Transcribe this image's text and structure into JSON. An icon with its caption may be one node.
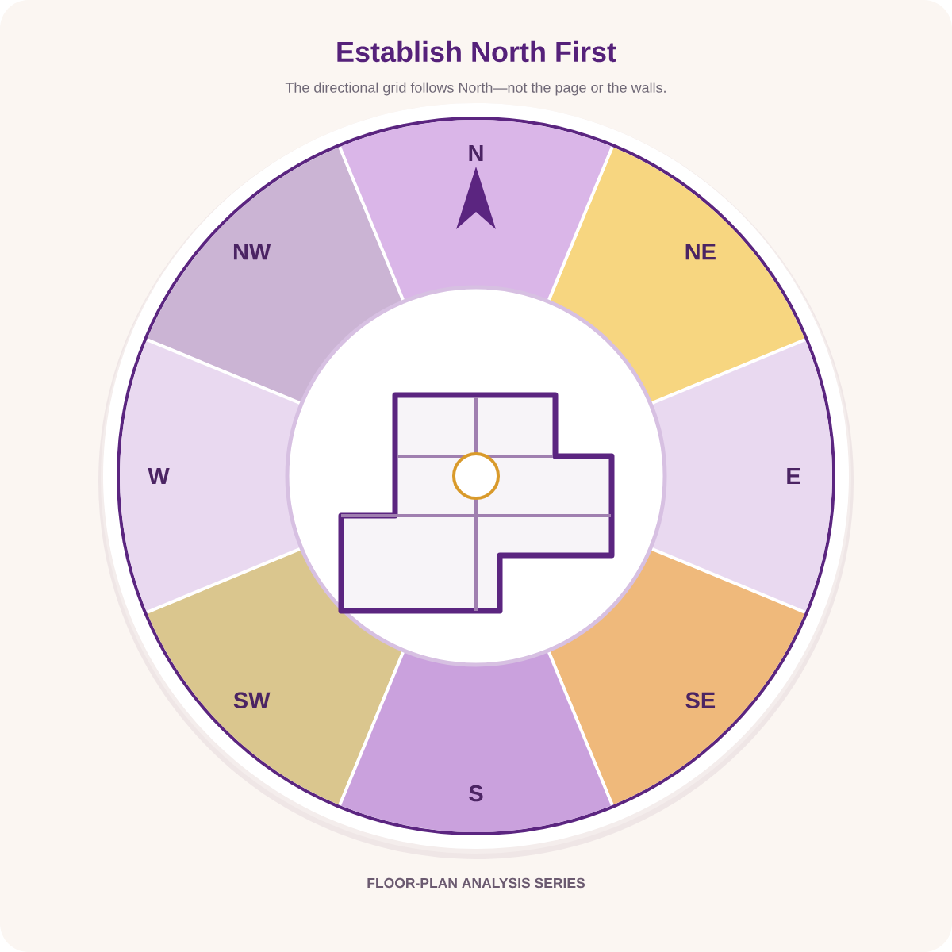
{
  "diagram": {
    "title": "Establish North First",
    "nodes": [
      {
        "text": [
          "N"
        ]
      },
      {
        "text": [
          "NW"
        ]
      },
      {
        "text": [
          "NE"
        ]
      },
      {
        "text": [
          "W"
        ]
      },
      {
        "text": [
          "E"
        ]
      },
      {
        "text": [
          "SW"
        ]
      },
      {
        "text": [
          "SE"
        ]
      },
      {
        "text": [
          "S"
        ]
      }
    ],
    "labels": [
      "The directional grid follows North—not the page or the walls.",
      "FLOOR-PLAN ANALYSIS SERIES"
    ]
  }
}
